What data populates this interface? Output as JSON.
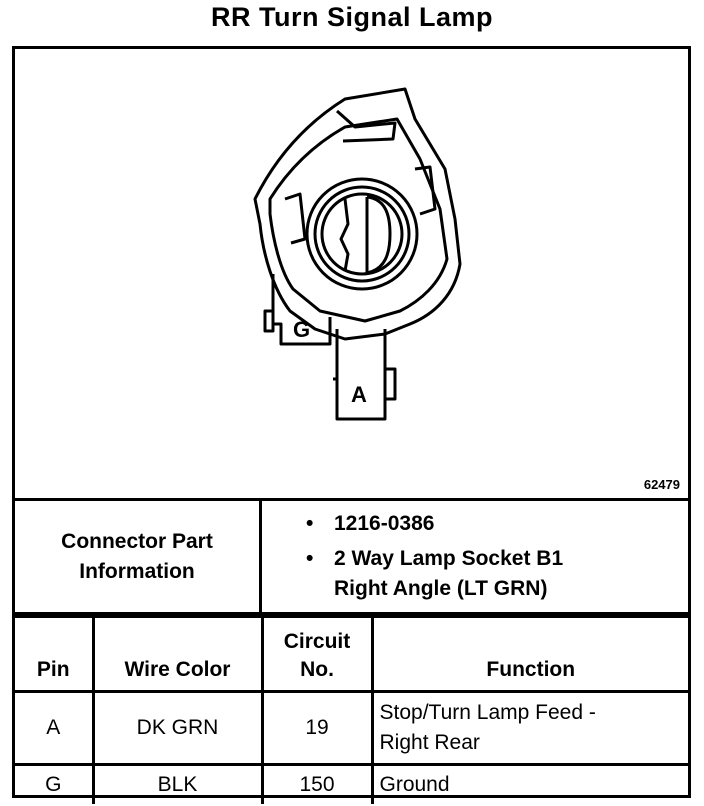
{
  "title": "RR Turn Signal Lamp",
  "figure": {
    "pin_labels": [
      "G",
      "A"
    ],
    "figure_number": "62479"
  },
  "connector_part_information": {
    "label": "Connector Part Information",
    "items": [
      "1216-0386",
      "2 Way Lamp Socket B1",
      "Right Angle (LT GRN)"
    ]
  },
  "pin_table": {
    "headers": [
      "Pin",
      "Wire Color",
      "Circuit No.",
      "Function"
    ],
    "rows": [
      {
        "pin": "A",
        "wire_color": "DK GRN",
        "circuit": "19",
        "function_line1": "Stop/Turn Lamp Feed -",
        "function_line2": "Right Rear"
      },
      {
        "pin": "G",
        "wire_color": "BLK",
        "circuit": "150",
        "function_line1": "Ground",
        "function_line2": ""
      }
    ]
  }
}
